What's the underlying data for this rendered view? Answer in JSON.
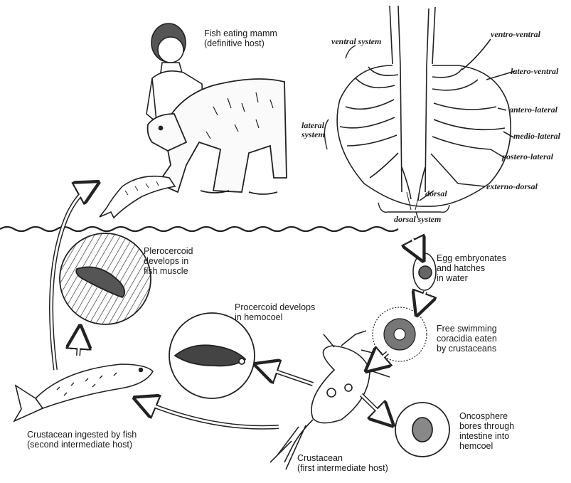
{
  "life_cycle": {
    "definitive_host": "Fish eating mamm\n(definitive host)",
    "egg": "Egg embryonates\nand hatches\nin water",
    "coracidia": "Free swimming\ncoracidia eaten\nby crustaceans",
    "oncosphere": "Oncosphere\nbores through\nintestine into\nhemcoel",
    "crustacean": "Crustacean\n(first intermediate host)",
    "procercoid": "Procercoid develops\nin hemocoel",
    "plerocercoid": "Plerocercoid\ndevelops in\nfish muscle",
    "fish_host": "Crustacean ingested by fish\n(second intermediate host)"
  },
  "canal_diagram": {
    "ventral_system": "ventral system",
    "ventro_ventral": "ventro-ventral",
    "latero_ventral": "latero-ventral",
    "lateral_system": "lateral\nsystem",
    "antero_lateral": "antero-lateral",
    "medio_lateral": "medio-lateral",
    "postero_lateral": "postero-lateral",
    "externo_dorsal": "externo-dorsal",
    "dorsal": "dorsal",
    "dorsal_system": "dorsal system"
  }
}
